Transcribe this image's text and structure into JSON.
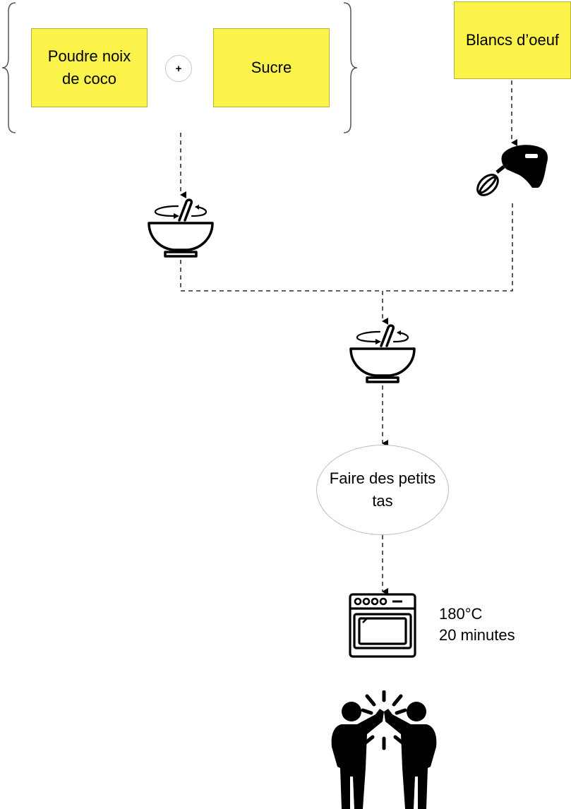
{
  "ingredients": {
    "coconut_powder": "Poudre noix de coco",
    "plus_symbol": "+",
    "sugar": "Sucre",
    "egg_whites": "Blancs d’oeuf"
  },
  "steps": {
    "make_heaps": "Faire des petits tas"
  },
  "baking": {
    "temperature": "180°C",
    "duration": "20 minutes"
  },
  "icons": {
    "mixing_bowl_1": "mixing-bowl-icon",
    "hand_mixer": "hand-mixer-icon",
    "mixing_bowl_2": "mixing-bowl-icon",
    "oven": "oven-icon",
    "high_five": "high-five-icon"
  },
  "colors": {
    "note_fill": "#fbf24a",
    "line": "#000000"
  }
}
